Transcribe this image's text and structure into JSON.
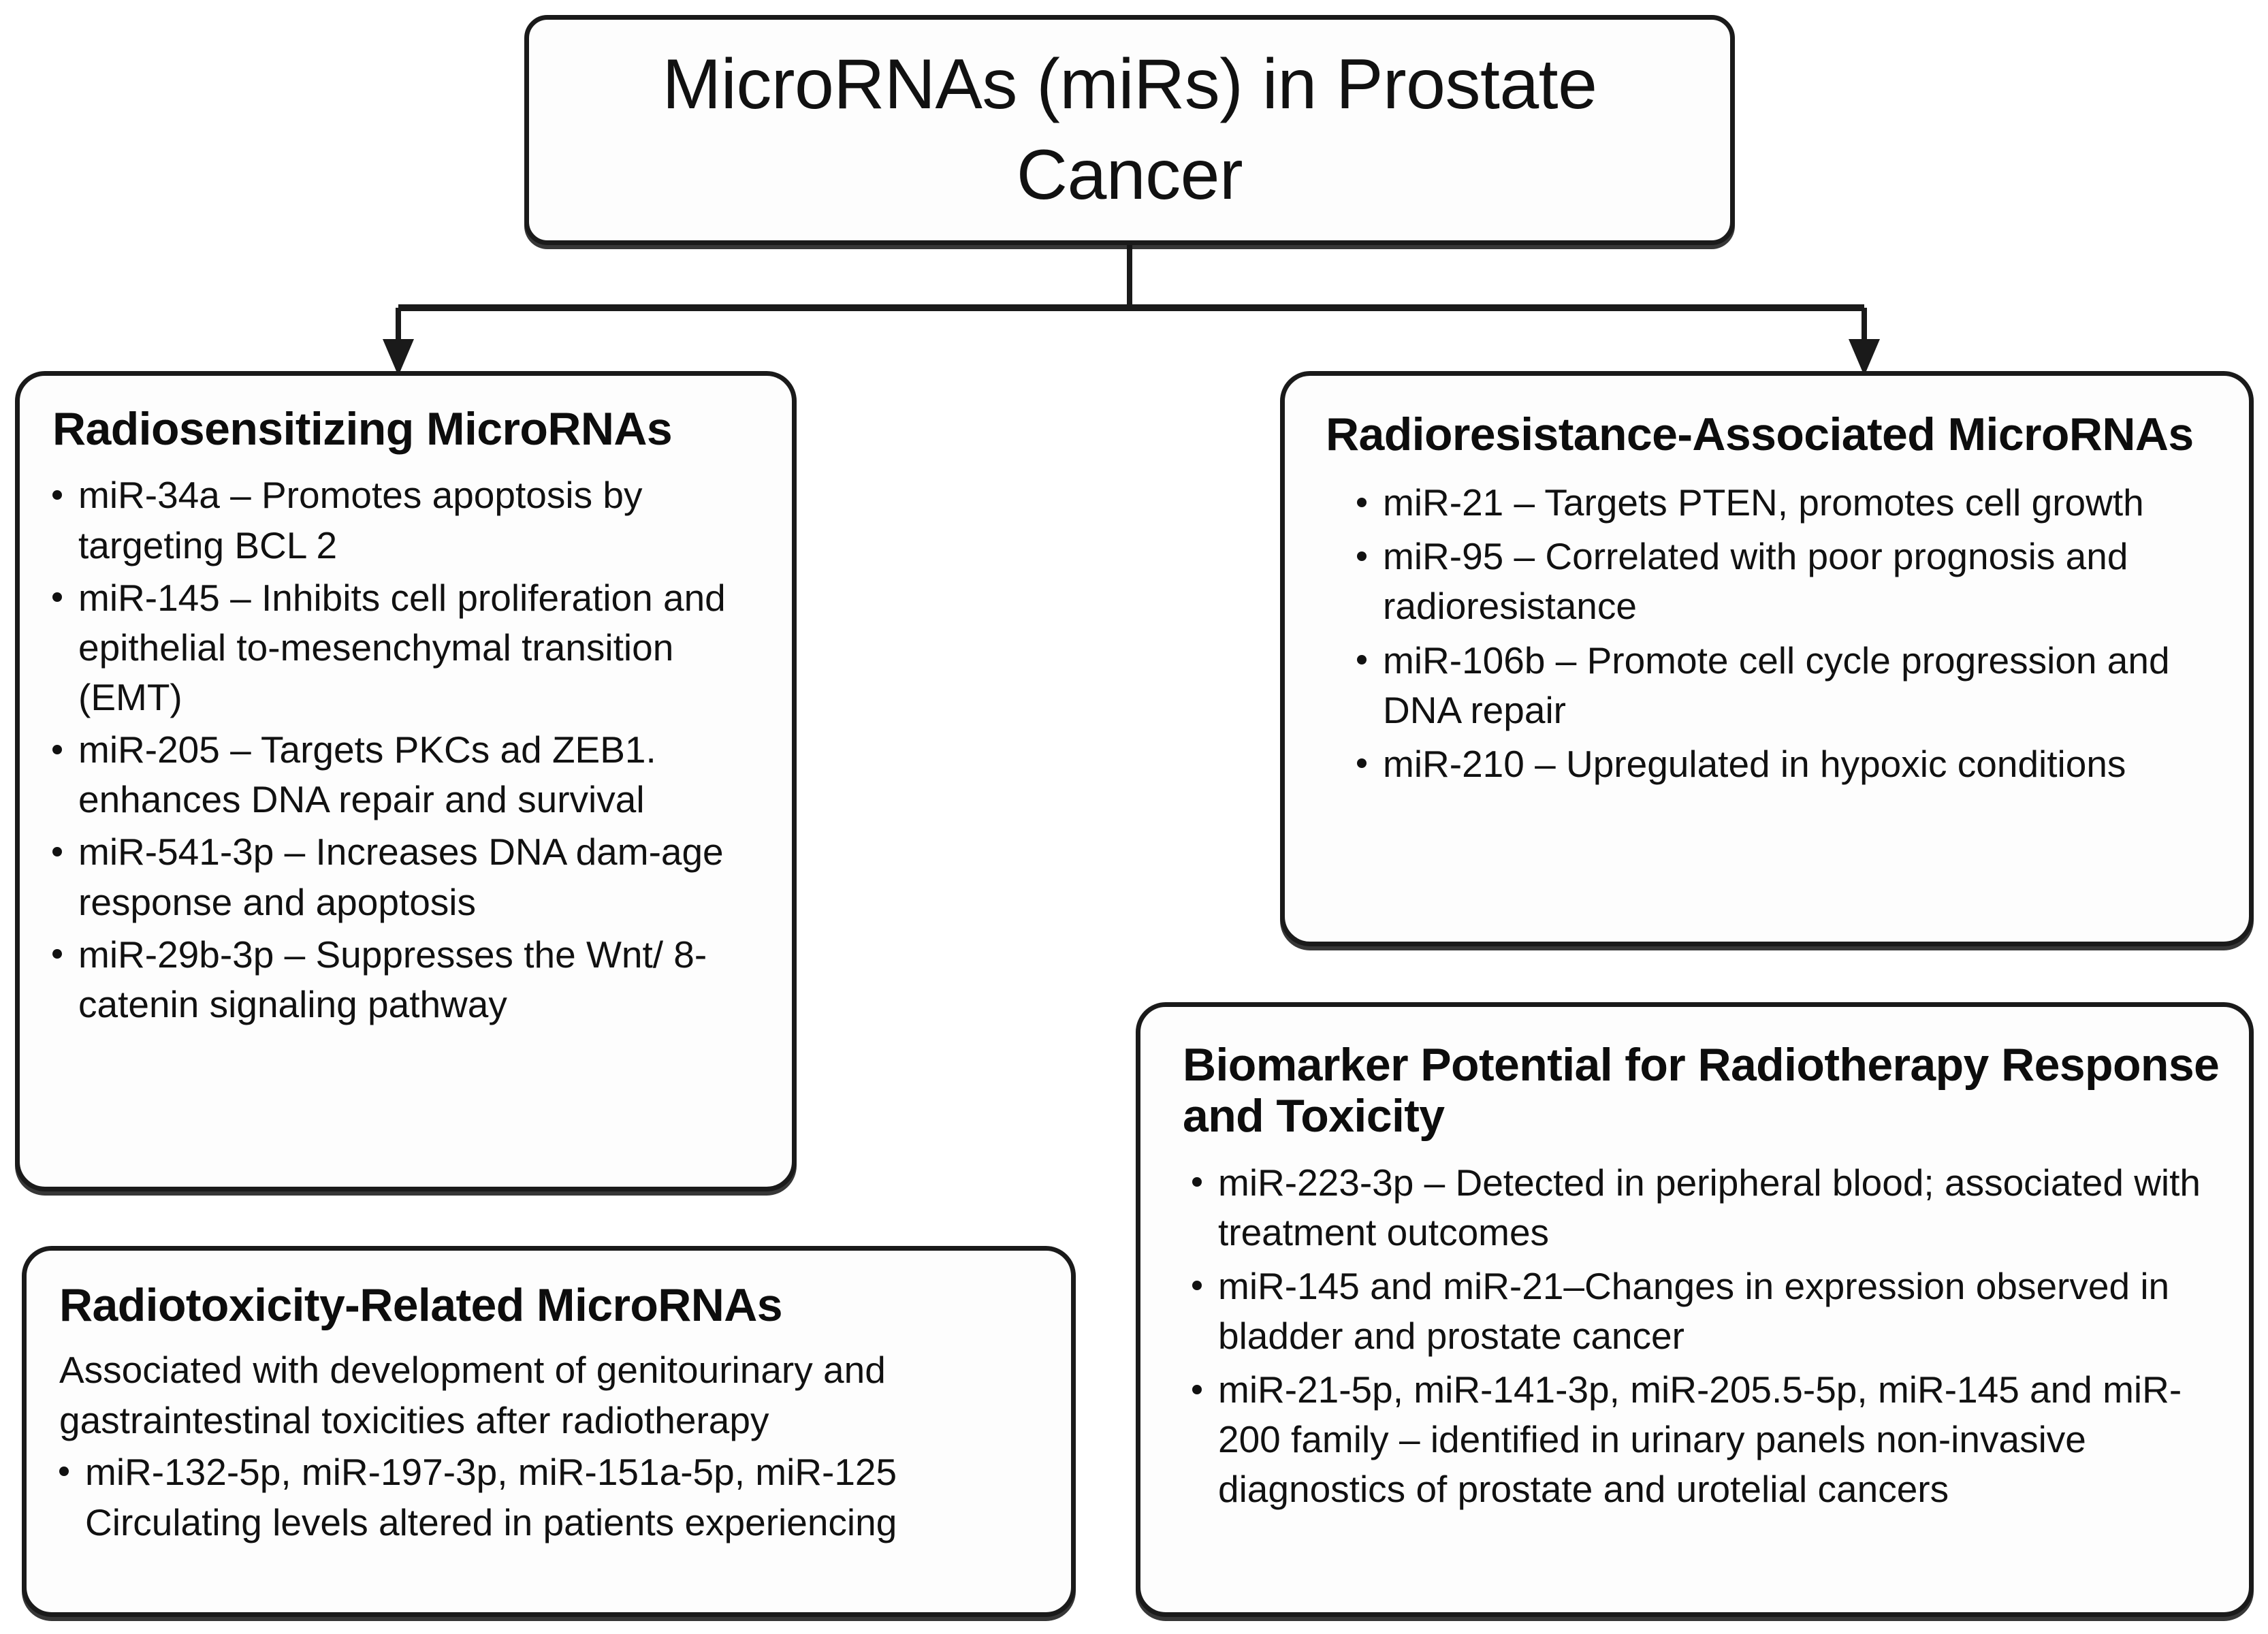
{
  "diagram": {
    "title_node": {
      "label": "MicroRNAs (miRs) in Prostate Cancer"
    },
    "branches": [
      {
        "id": "radiosensitizing",
        "heading": "Radiosensitizing MicroRNAs",
        "bullets": [
          "miR-34a – Promotes apoptosis by targeting  BCL 2",
          "miR-145 – Inhibits cell proliferation and epithelial to-mesenchymal transition (EMT)",
          "miR-205 – Targets PKCs ad ZEB1. enhances DNA repair and survival",
          "miR-541-3p – Increases DNA dam-age response and apoptosis",
          "miR-29b-3p – Suppresses the Wnt/ 8-catenin signaling pathway"
        ]
      },
      {
        "id": "radiotoxicity",
        "heading": "Radiotoxicity-Related MicroRNAs",
        "intro": "Associated with development of genitourinary  and gastraintestinal toxicities after radiotherapy",
        "bullets": [
          "miR-132-5p, miR-197-3p, miR-151a-5p,  miR-125 Circulating levels altered in patients experiencing"
        ]
      },
      {
        "id": "radioresistance",
        "heading": "Radioresistance-Associated MicroRNAs",
        "bullets": [
          "miR-21 – Targets PTEN, promotes cell growth",
          "miR-95 – Correlated with poor prognosis and radioresistance",
          "miR-106b – Promote cell cycle progression and DNA repair",
          "miR-210 – Upregulated in hypoxic conditions"
        ]
      },
      {
        "id": "biomarker",
        "heading": "Biomarker Potential for Radiotherapy Response and Toxicity",
        "bullets": [
          "miR-223-3p – Detected in peripheral blood; associated with treatment outcomes",
          "miR-145 and miR-21–Changes in expression observed in bladder and prostate cancer",
          "miR-21-5p, miR-141-3p, miR-205.5-5p, miR-145 and miR-200 family – identified in urinary panels non-invasive diagnostics of prostate and urotelial cancers"
        ]
      }
    ],
    "colors": {
      "stroke": "#1a1a1a",
      "fill": "#fdfdfd",
      "text": "#111111"
    },
    "connector": {
      "type": "orthogonal-split-arrows",
      "arrow_count": 2
    }
  }
}
